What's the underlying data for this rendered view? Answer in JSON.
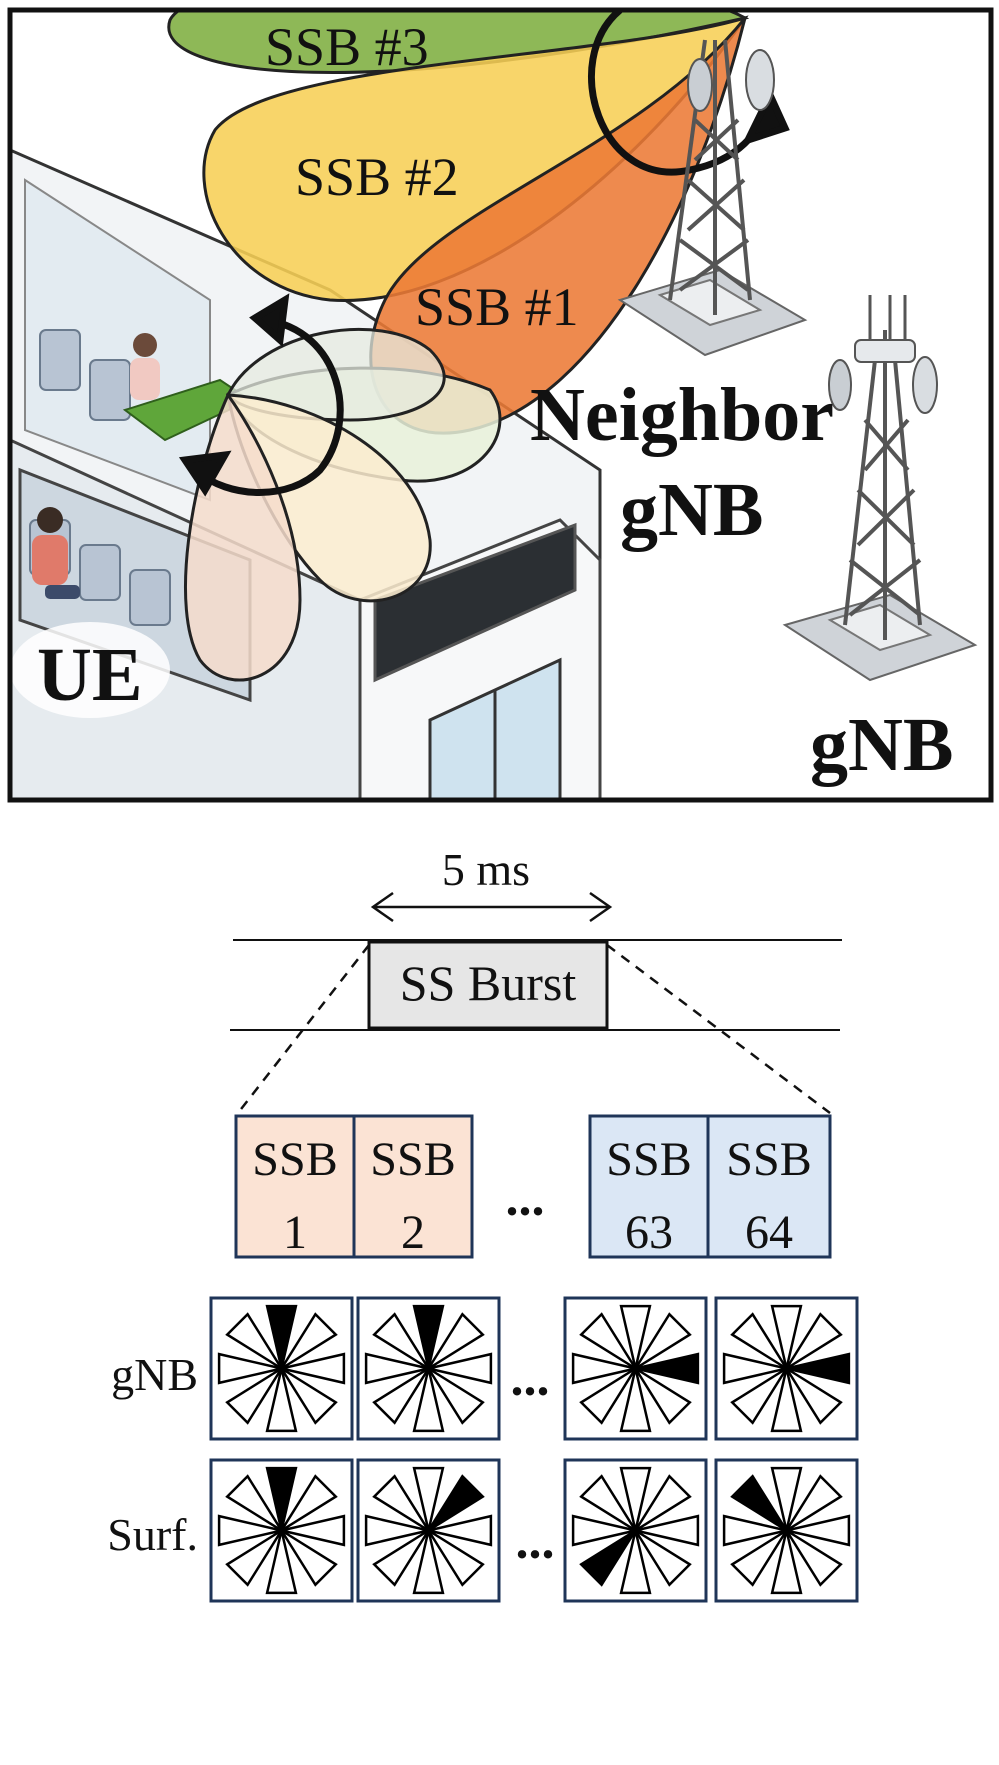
{
  "scene": {
    "beams": [
      {
        "label": "SSB #3",
        "color": "#7aab3a"
      },
      {
        "label": "SSB #2",
        "color": "#f7cf55"
      },
      {
        "label": "SSB #1",
        "color": "#ec7a36"
      }
    ],
    "neighbor_label_line1": "Neighbor",
    "neighbor_label_line2": "gNB",
    "gnb_label": "gNB",
    "ue_label": "UE"
  },
  "timing": {
    "duration_label": "5 ms",
    "burst_label": "SS Burst"
  },
  "ssb_blocks": [
    {
      "line1": "SSB",
      "line2": "1",
      "group": "first"
    },
    {
      "line1": "SSB",
      "line2": "2",
      "group": "first"
    },
    {
      "line1": "SSB",
      "line2": "63",
      "group": "last"
    },
    {
      "line1": "SSB",
      "line2": "64",
      "group": "last"
    }
  ],
  "ellipsis": "...",
  "colors": {
    "first_fill": "#fbe3d4",
    "last_fill": "#dbe7f5",
    "box_stroke": "#1f3558",
    "burst_fill": "#e6e6e6"
  },
  "rows": [
    {
      "label": "gNB",
      "active_sectors": [
        0,
        0,
        2,
        2
      ]
    },
    {
      "label": "Surf.",
      "active_sectors": [
        0,
        1,
        5,
        7
      ]
    }
  ]
}
